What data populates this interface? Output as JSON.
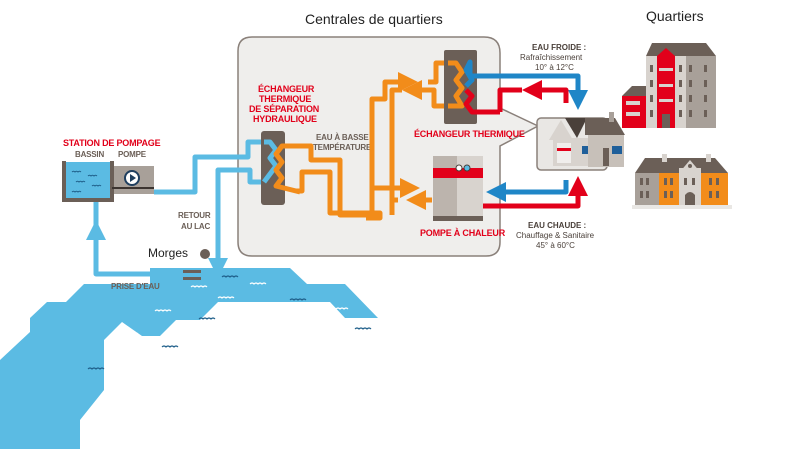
{
  "diagram": {
    "title_center": "Centrales de quartiers",
    "title_right": "Quartiers",
    "station": {
      "title": "STATION DE POMPAGE",
      "bassin": "BASSIN",
      "pompe": "POMPE"
    },
    "retour_lac": [
      "RETOUR",
      "AU LAC"
    ],
    "city": "Morges",
    "prise_eau": "PRISE D'EAU",
    "echangeur_separation": [
      "ÉCHANGEUR",
      "THERMIQUE",
      "DE SÉPARATION",
      "HYDRAULIQUE"
    ],
    "eau_basse_temp": [
      "EAU À BASSE",
      "TEMPÉRATURE"
    ],
    "echangeur_thermique": "ÉCHANGEUR THERMIQUE",
    "pompe_chaleur": "POMPE À CHALEUR",
    "eau_froide": [
      "EAU FROIDE :",
      "Rafraîchissement",
      "10° à 12°C"
    ],
    "eau_chaude": [
      "EAU CHAUDE :",
      "Chauffage & Sanitaire",
      "45° à 60°C"
    ],
    "colors": {
      "lake_blue": "#5bbbe3",
      "pipe_blue": "#5bbbe3",
      "cold_blue": "#1f86c7",
      "orange": "#f28c1a",
      "red": "#e2001a",
      "brown": "#6b5f57",
      "box_bg": "#efeeec",
      "box_border": "#8a807a"
    }
  }
}
